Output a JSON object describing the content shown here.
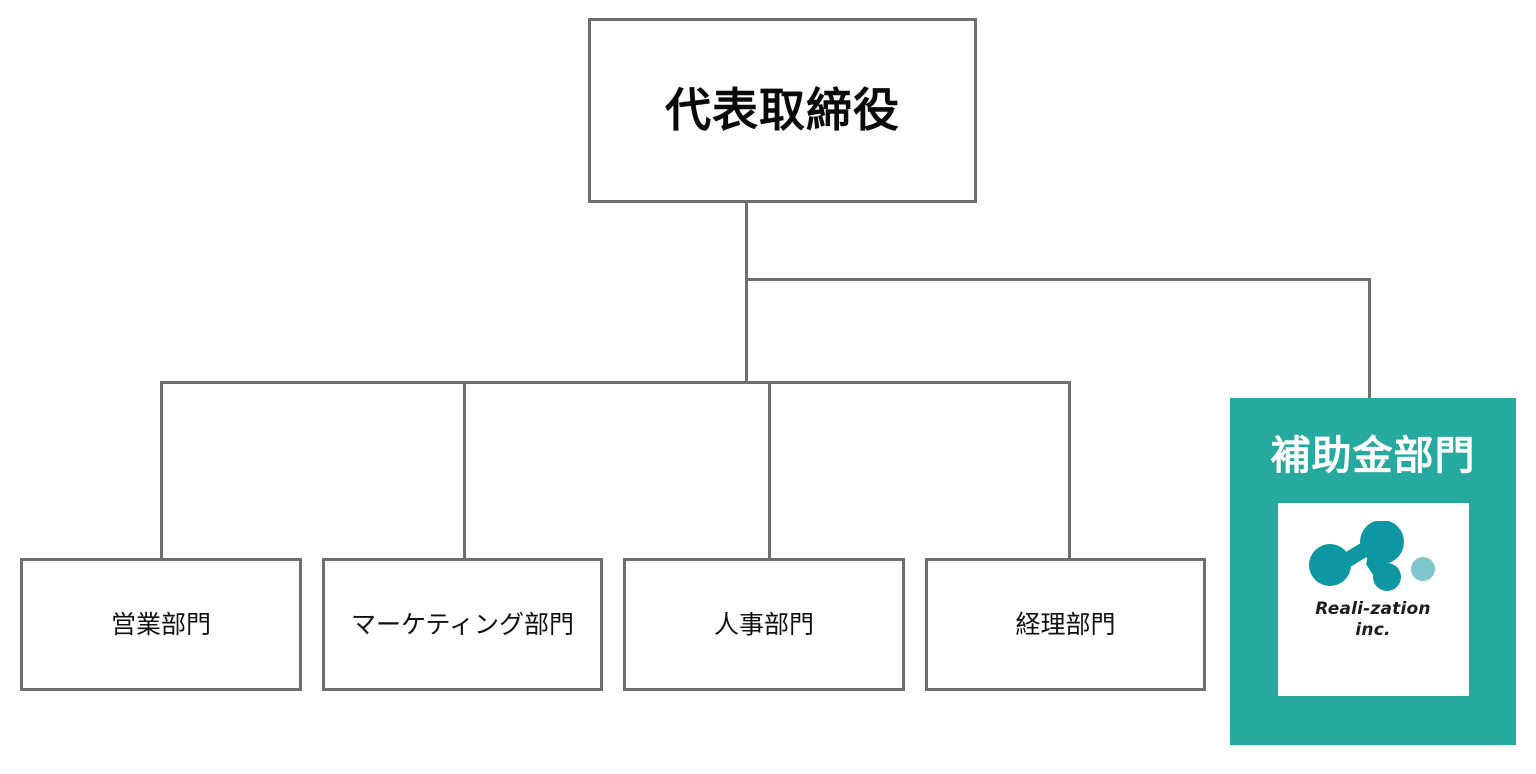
{
  "chart": {
    "type": "org-chart",
    "title": "",
    "root": {
      "id": "representative-director",
      "label": "代表取締役"
    },
    "departments": [
      {
        "id": "sales",
        "label": "営業部門"
      },
      {
        "id": "marketing",
        "label": "マーケティング部門"
      },
      {
        "id": "hr",
        "label": "人事部門"
      },
      {
        "id": "accounting",
        "label": "経理部門"
      }
    ],
    "highlighted_department": {
      "id": "subsidy",
      "label": "補助金部門",
      "logo": {
        "wordmark_line1": "Reali-zation",
        "wordmark_line2": "inc.",
        "mark_name": "molecule-nodes-logo"
      }
    },
    "colors": {
      "box_border": "#6e6e6e",
      "box_fill": "#ffffff",
      "text": "#111111",
      "connector": "#6e6e6e",
      "highlight_panel": "#26aaa0",
      "highlight_text": "#ffffff",
      "logo_node": "#0c97a3",
      "logo_dot": "#7fc5ce"
    }
  }
}
